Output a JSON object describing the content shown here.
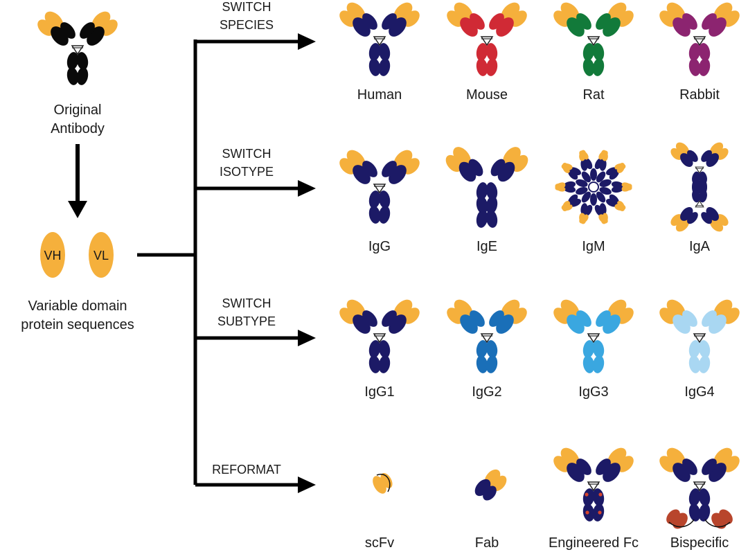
{
  "source": {
    "original_label_line1": "Original",
    "original_label_line2": "Antibody",
    "vh_label": "VH",
    "vl_label": "VL",
    "sequences_label_line1": "Variable domain",
    "sequences_label_line2": "protein sequences"
  },
  "colors": {
    "variable": "#f5b03c",
    "original": "#0a0a0a",
    "navy": "#1c1a66",
    "mouse_red": "#d02a35",
    "rat_green": "#127a3a",
    "rabbit_purple": "#8c2470",
    "igg2_blue": "#1a6fb8",
    "igg3_blue": "#3aa7e0",
    "igg4_blue": "#a9d7f2",
    "bispecific_rust": "#b8452c",
    "fc_dots": "#d6452c",
    "line": "#000000"
  },
  "branches": [
    {
      "line1": "SWITCH",
      "line2": "SPECIES",
      "items": [
        {
          "label": "Human",
          "icon": "human-igg-icon"
        },
        {
          "label": "Mouse",
          "icon": "mouse-igg-icon"
        },
        {
          "label": "Rat",
          "icon": "rat-igg-icon"
        },
        {
          "label": "Rabbit",
          "icon": "rabbit-igg-icon"
        }
      ]
    },
    {
      "line1": "SWITCH",
      "line2": "ISOTYPE",
      "items": [
        {
          "label": "IgG",
          "icon": "igg-icon"
        },
        {
          "label": "IgE",
          "icon": "ige-icon"
        },
        {
          "label": "IgM",
          "icon": "igm-pentamer-icon"
        },
        {
          "label": "IgA",
          "icon": "iga-dimer-icon"
        }
      ]
    },
    {
      "line1": "SWITCH",
      "line2": "SUBTYPE",
      "items": [
        {
          "label": "IgG1",
          "icon": "igg1-icon"
        },
        {
          "label": "IgG2",
          "icon": "igg2-icon"
        },
        {
          "label": "IgG3",
          "icon": "igg3-icon"
        },
        {
          "label": "IgG4",
          "icon": "igg4-icon"
        }
      ]
    },
    {
      "line1": "REFORMAT",
      "line2": "",
      "items": [
        {
          "label": "scFv",
          "icon": "scfv-icon"
        },
        {
          "label": "Fab",
          "icon": "fab-icon"
        },
        {
          "label": "Engineered Fc",
          "icon": "engineered-fc-icon"
        },
        {
          "label": "Bispecific",
          "icon": "bispecific-icon"
        }
      ]
    }
  ]
}
